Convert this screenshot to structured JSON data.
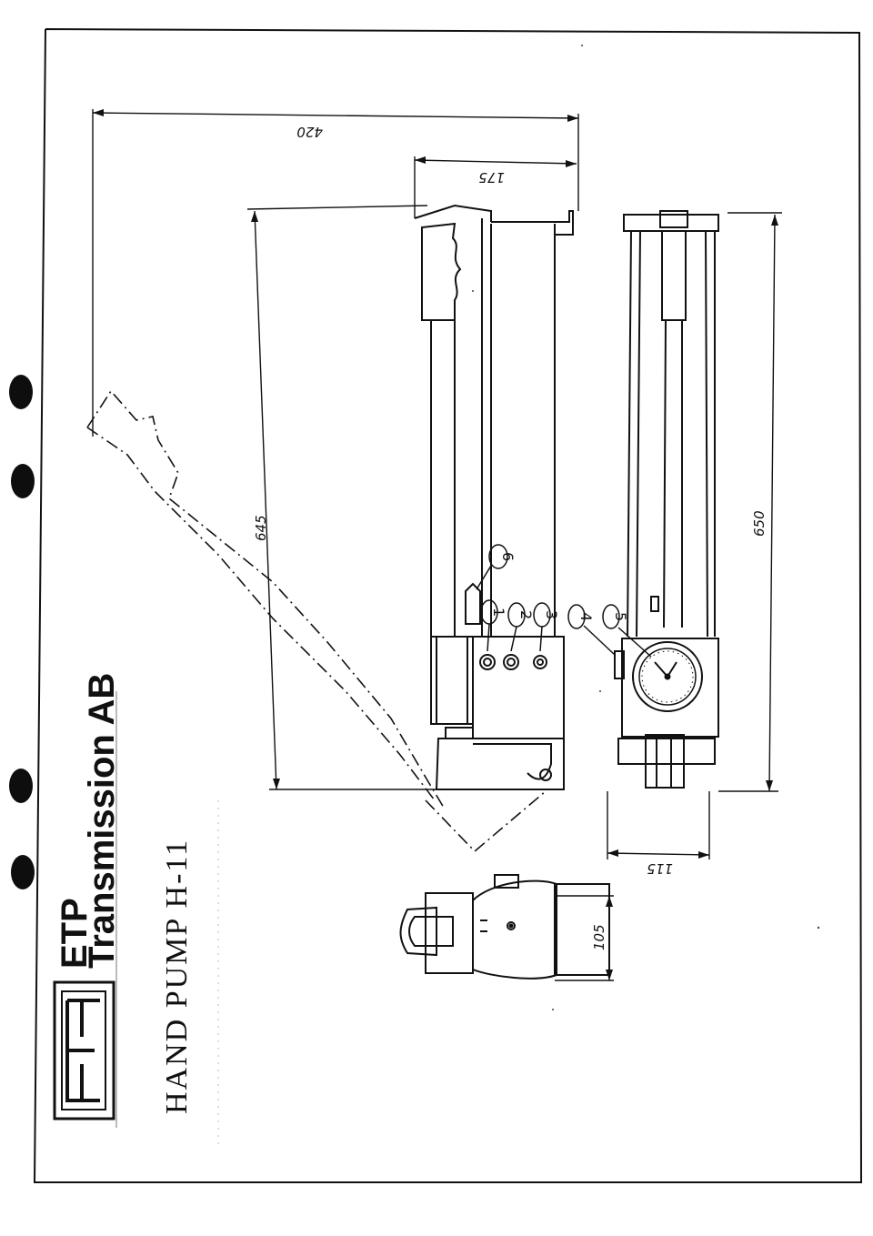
{
  "brand": {
    "company_line1": "ETP",
    "company_line2": "Transmission AB",
    "logo_icon": "etp-logo-icon"
  },
  "title": "HAND PUMP H-11",
  "dimensions": {
    "overall_width": "420",
    "handle_offset": "175",
    "side_length": "645",
    "top_length": "650",
    "top_width": "115",
    "end_width": "105"
  },
  "callouts": [
    "1",
    "2",
    "3",
    "4",
    "5",
    "6"
  ],
  "colors": {
    "ink": "#111111",
    "paper": "#ffffff",
    "punch_hole": "#0e0e0e"
  }
}
